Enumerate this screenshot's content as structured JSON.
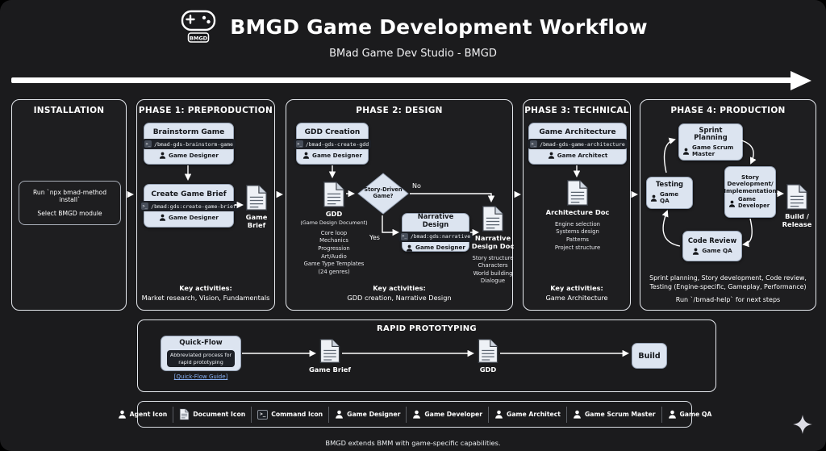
{
  "header": {
    "logo_label": "BMGD",
    "title": "BMGD Game Development Workflow",
    "subtitle": "BMad Game Dev Studio - BMGD"
  },
  "installation": {
    "title": "INSTALLATION",
    "step1": "Run `npx bmad-method install`",
    "step2": "Select BMGD module"
  },
  "phase1": {
    "title": "PHASE 1: PREPRODUCTION",
    "brainstorm": {
      "title": "Brainstorm Game",
      "command": "/bmad-gds-brainstorm-game",
      "agent": "Game Designer"
    },
    "create_brief": {
      "title": "Create Game Brief",
      "command": "/bmad:gds:create-game-brief",
      "agent": "Game Designer"
    },
    "game_brief_doc": [
      "Game",
      "Brief"
    ],
    "key_label": "Key activities:",
    "key_text": "Market research, Vision, Fundamentals"
  },
  "phase2": {
    "title": "PHASE 2: DESIGN",
    "gdd_creation": {
      "title": "GDD Creation",
      "command": "/bmad-gds-create-gdd",
      "agent": "Game Designer"
    },
    "gdd_doc": {
      "label": "GDD",
      "sublabel": "(Game Design Document)",
      "details": [
        "Core loop",
        "Mechanics",
        "Progression",
        "Art/Audio",
        "Game Type Templates",
        "(24 genres)"
      ]
    },
    "decision": {
      "label": [
        "Story-Driven",
        "Game?"
      ],
      "yes": "Yes",
      "no": "No"
    },
    "narrative": {
      "title": "Narrative Design",
      "command": "/bmad:gds:narrative",
      "agent": "Game Designer"
    },
    "narrative_doc": {
      "label": [
        "Narrative",
        "Design Doc"
      ],
      "details": [
        "Story structure",
        "Characters",
        "World building",
        "Dialogue"
      ]
    },
    "key_label": "Key activities:",
    "key_text": "GDD creation, Narrative Design"
  },
  "phase3": {
    "title": "PHASE 3: TECHNICAL",
    "architecture": {
      "title": "Game Architecture",
      "command": "/bmad-gds-game-architecture",
      "agent": "Game Architect"
    },
    "architecture_doc": {
      "label": "Architecture Doc",
      "details": [
        "Engine selection",
        "Systems design",
        "Patterns",
        "Project structure"
      ]
    },
    "key_label": "Key activities:",
    "key_text": "Game Architecture"
  },
  "phase4": {
    "title": "PHASE 4: PRODUCTION",
    "sprint_planning": {
      "title": "Sprint Planning",
      "agent": "Game Scrum Master"
    },
    "testing": {
      "title": "Testing",
      "agent": "Game QA"
    },
    "story_dev": {
      "title": [
        "Story",
        "Development/",
        "Implementation"
      ],
      "agent": "Game Developer"
    },
    "code_review": {
      "title": "Code Review",
      "agent": "Game QA"
    },
    "build_release_doc": [
      "Build /",
      "Release"
    ],
    "summary": [
      "Sprint planning, Story development, Code review,",
      "Testing (Engine-specific, Gameplay, Performance)"
    ],
    "next_steps": "Run `/bmad-help` for next steps"
  },
  "rapid": {
    "title": "RAPID PROTOTYPING",
    "quick_flow": {
      "title": "Quick-Flow",
      "description": [
        "Abbreviated process for",
        "rapid prototyping"
      ],
      "link": "[Quick-Flow Guide]"
    },
    "game_brief_doc": "Game Brief",
    "gdd_doc": "GDD",
    "build": "Build"
  },
  "legend": {
    "items": [
      {
        "label": "Agent Icon"
      },
      {
        "label": "Document Icon"
      },
      {
        "label": "Command Icon"
      },
      {
        "label": "Game Designer"
      },
      {
        "label": "Game Developer"
      },
      {
        "label": "Game Architect"
      },
      {
        "label": "Game Scrum Master"
      },
      {
        "label": "Game QA"
      }
    ]
  },
  "footer": "BMGD extends BMM with game-specific capabilities.",
  "colors": {
    "card_bg": "#dce4f0",
    "link": "#8ab4f8",
    "arrow": "#ffffff",
    "page_bg": "#1b1b1d"
  }
}
